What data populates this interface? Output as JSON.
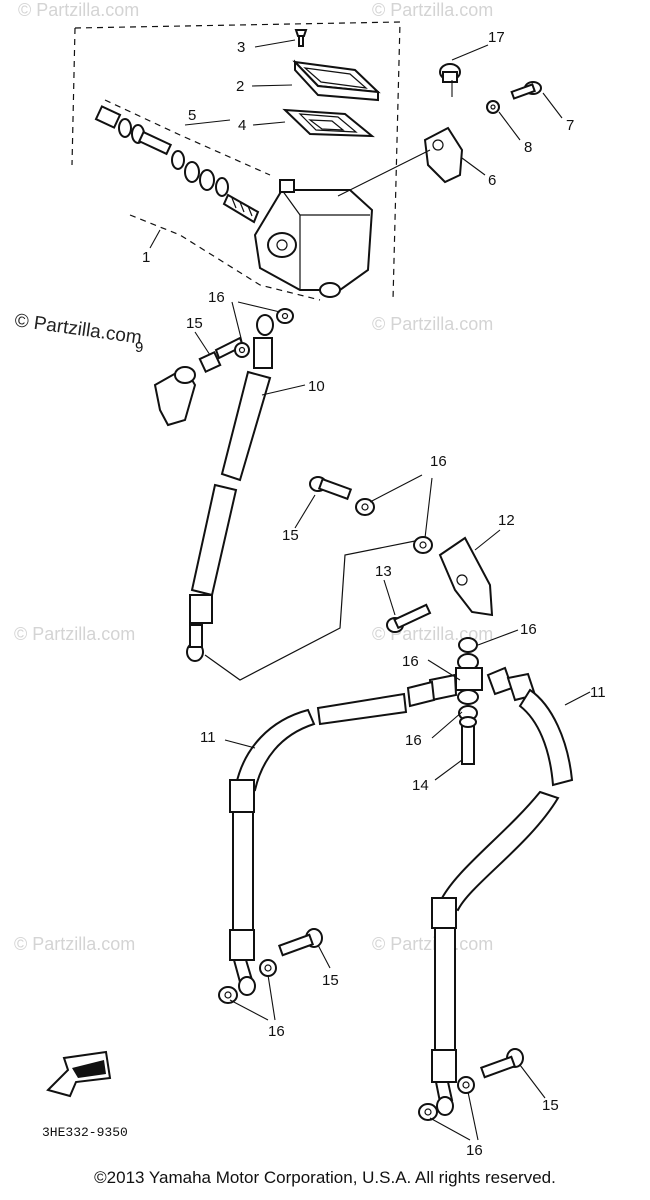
{
  "watermarks": [
    "© Partzilla.com"
  ],
  "callouts": [
    "1",
    "2",
    "3",
    "4",
    "5",
    "6",
    "7",
    "8",
    "9",
    "10",
    "11",
    "12",
    "13",
    "14",
    "15",
    "16",
    "17"
  ],
  "diagram_code": "3HE332-9350",
  "copyright": "©2013 Yamaha Motor Corporation, U.S.A. All rights reserved."
}
